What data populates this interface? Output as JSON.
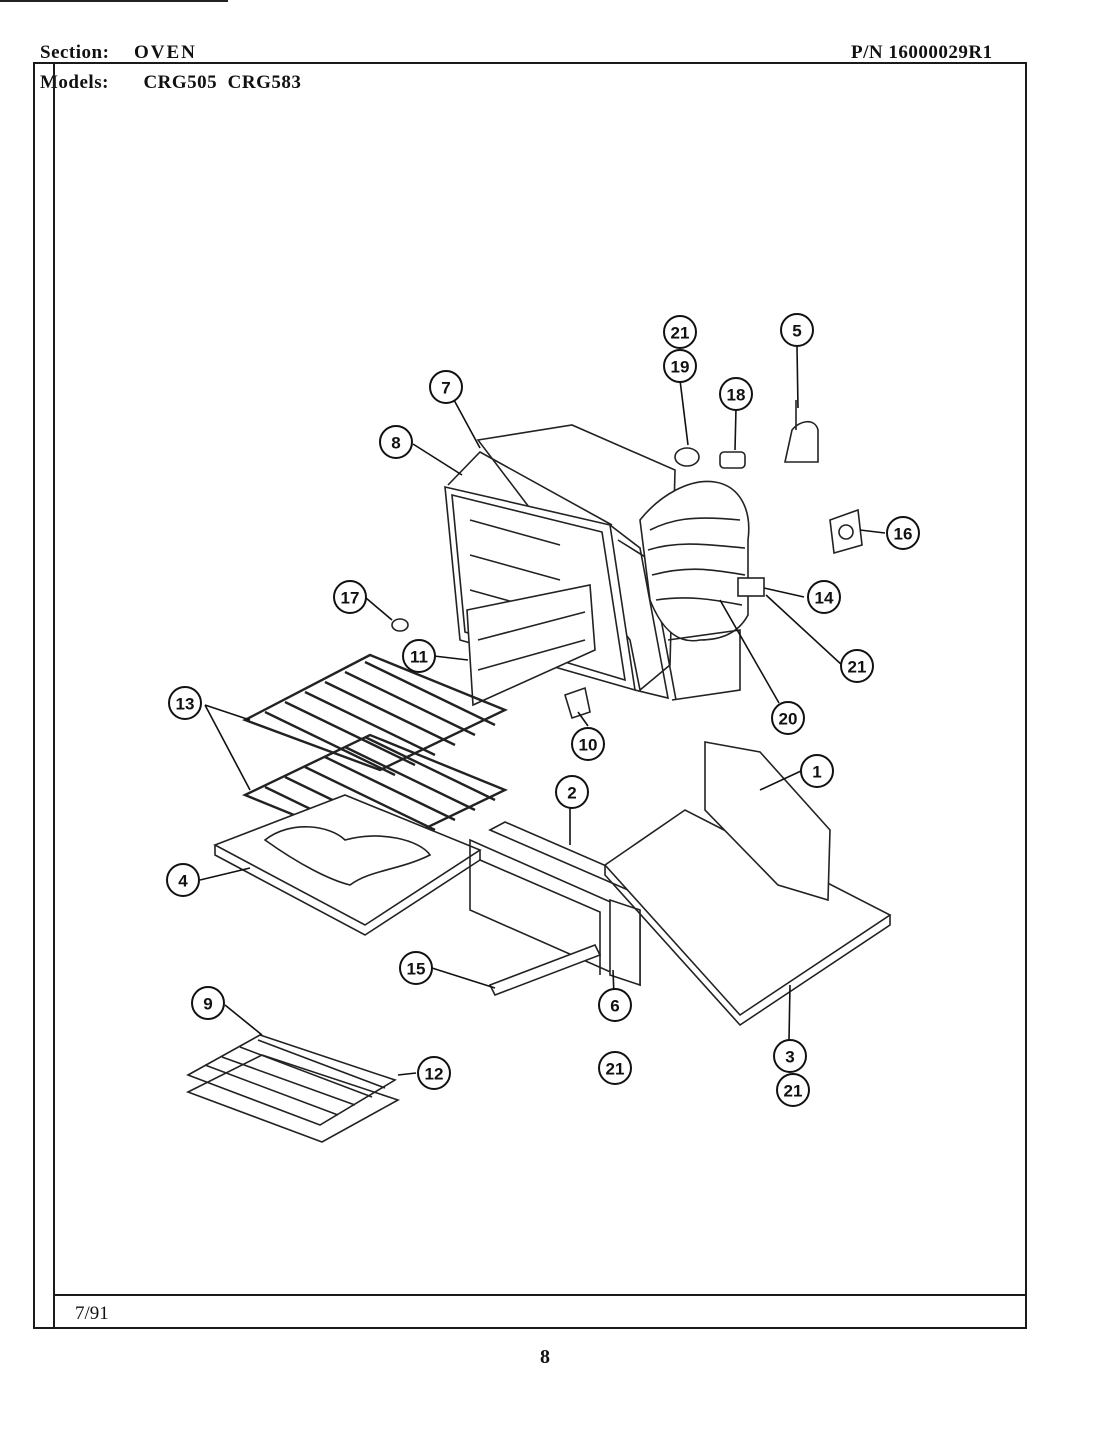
{
  "header": {
    "section_label": "Section:",
    "section_value": "OVEN",
    "models_label": "Models:",
    "models_value": "CRG505  CRG583",
    "part_number": "P/N 16000029R1"
  },
  "footer": {
    "date": "7/91",
    "page": "8"
  },
  "callouts": [
    "21",
    "19",
    "5",
    "18",
    "7",
    "8",
    "16",
    "17",
    "14",
    "11",
    "21",
    "13",
    "10",
    "20",
    "1",
    "2",
    "4",
    "15",
    "6",
    "21",
    "3",
    "21",
    "9",
    "12"
  ]
}
